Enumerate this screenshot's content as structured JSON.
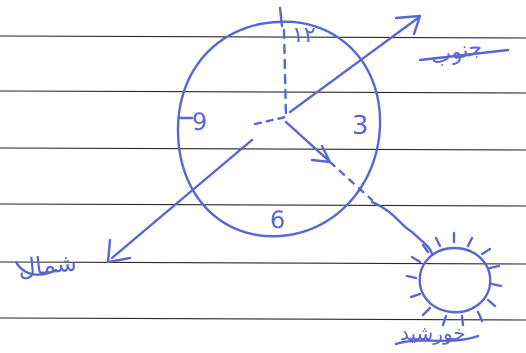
{
  "ruled_lines": 6,
  "clock": {
    "numbers": {
      "twelve": "١٢",
      "three": "3",
      "six": "6",
      "nine": "9"
    }
  },
  "labels": {
    "south": "جنوب",
    "north": "شمال",
    "sun": "خورشید"
  },
  "colors": {
    "ink": "#5a67d0",
    "rule": "#2a2a2a",
    "paper": "#ffffff"
  }
}
